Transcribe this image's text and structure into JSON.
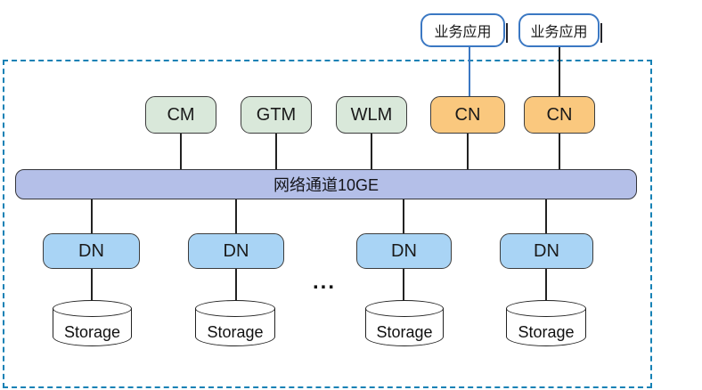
{
  "apps": [
    {
      "label": "业务应用"
    },
    {
      "label": "业务应用"
    }
  ],
  "services": [
    {
      "label": "CM"
    },
    {
      "label": "GTM"
    },
    {
      "label": "WLM"
    },
    {
      "label": "CN"
    },
    {
      "label": "CN"
    }
  ],
  "network_bar": {
    "label": "网络通道10GE"
  },
  "dn_nodes": [
    {
      "label": "DN"
    },
    {
      "label": "DN"
    },
    {
      "label": "DN"
    },
    {
      "label": "DN"
    }
  ],
  "storage_nodes": [
    {
      "label": "Storage"
    },
    {
      "label": "Storage"
    },
    {
      "label": "Storage"
    },
    {
      "label": "Storage"
    }
  ],
  "ellipsis": "...",
  "colors": {
    "service_green_fill": "#d9e8da",
    "service_orange_fill": "#fac87e",
    "dn_blue_fill": "#a9d4f5",
    "network_bar_fill": "#b4bfe8",
    "app_border_blue": "#3b78c3",
    "container_dashed_border": "#1581b5",
    "node_border": "#3c3c3c"
  }
}
